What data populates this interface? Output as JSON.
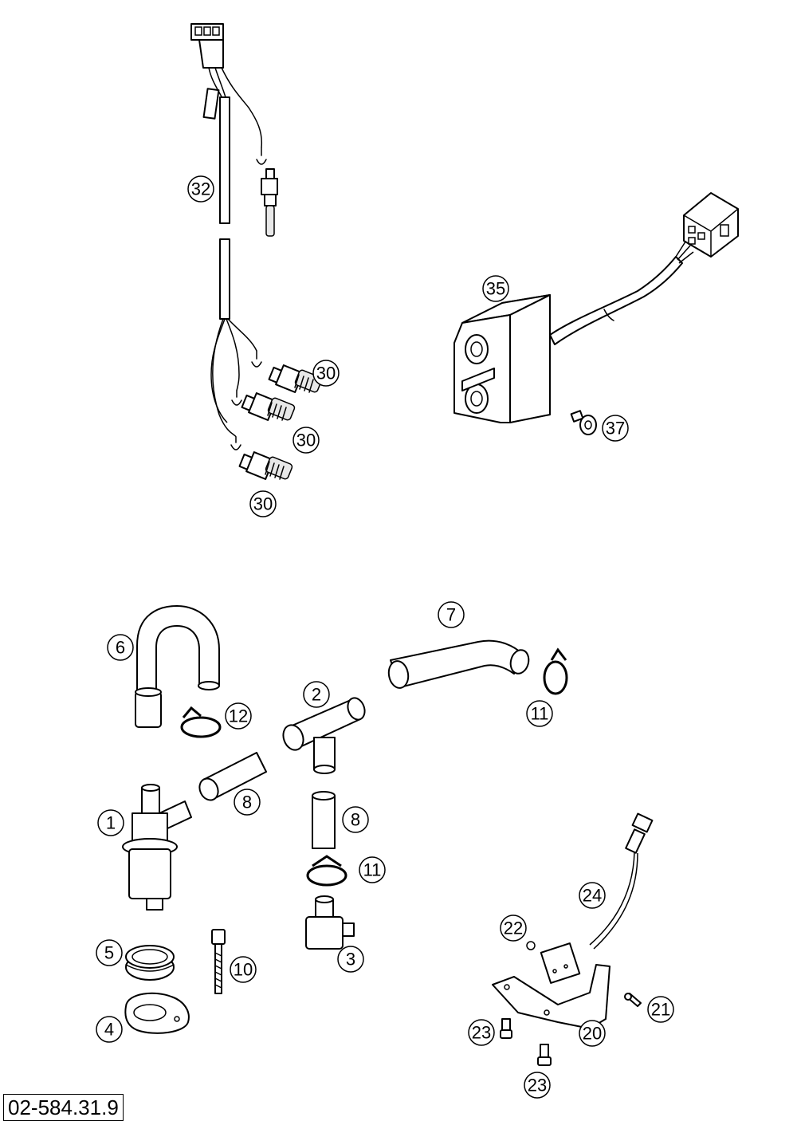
{
  "drawing_number": "02-584.31.9",
  "callouts": [
    {
      "id": "c32",
      "label": "32"
    },
    {
      "id": "c35",
      "label": "35"
    },
    {
      "id": "c37",
      "label": "37"
    },
    {
      "id": "c30a",
      "label": "30"
    },
    {
      "id": "c30b",
      "label": "30"
    },
    {
      "id": "c30c",
      "label": "30"
    },
    {
      "id": "c6",
      "label": "6"
    },
    {
      "id": "c7",
      "label": "7"
    },
    {
      "id": "c12",
      "label": "12"
    },
    {
      "id": "c2",
      "label": "2"
    },
    {
      "id": "c11a",
      "label": "11"
    },
    {
      "id": "c8a",
      "label": "8"
    },
    {
      "id": "c8b",
      "label": "8"
    },
    {
      "id": "c1",
      "label": "1"
    },
    {
      "id": "c11b",
      "label": "11"
    },
    {
      "id": "c24",
      "label": "24"
    },
    {
      "id": "c22",
      "label": "22"
    },
    {
      "id": "c3",
      "label": "3"
    },
    {
      "id": "c5",
      "label": "5"
    },
    {
      "id": "c10",
      "label": "10"
    },
    {
      "id": "c4",
      "label": "4"
    },
    {
      "id": "c21",
      "label": "21"
    },
    {
      "id": "c23a",
      "label": "23"
    },
    {
      "id": "c20",
      "label": "20"
    },
    {
      "id": "c23b",
      "label": "23"
    }
  ]
}
